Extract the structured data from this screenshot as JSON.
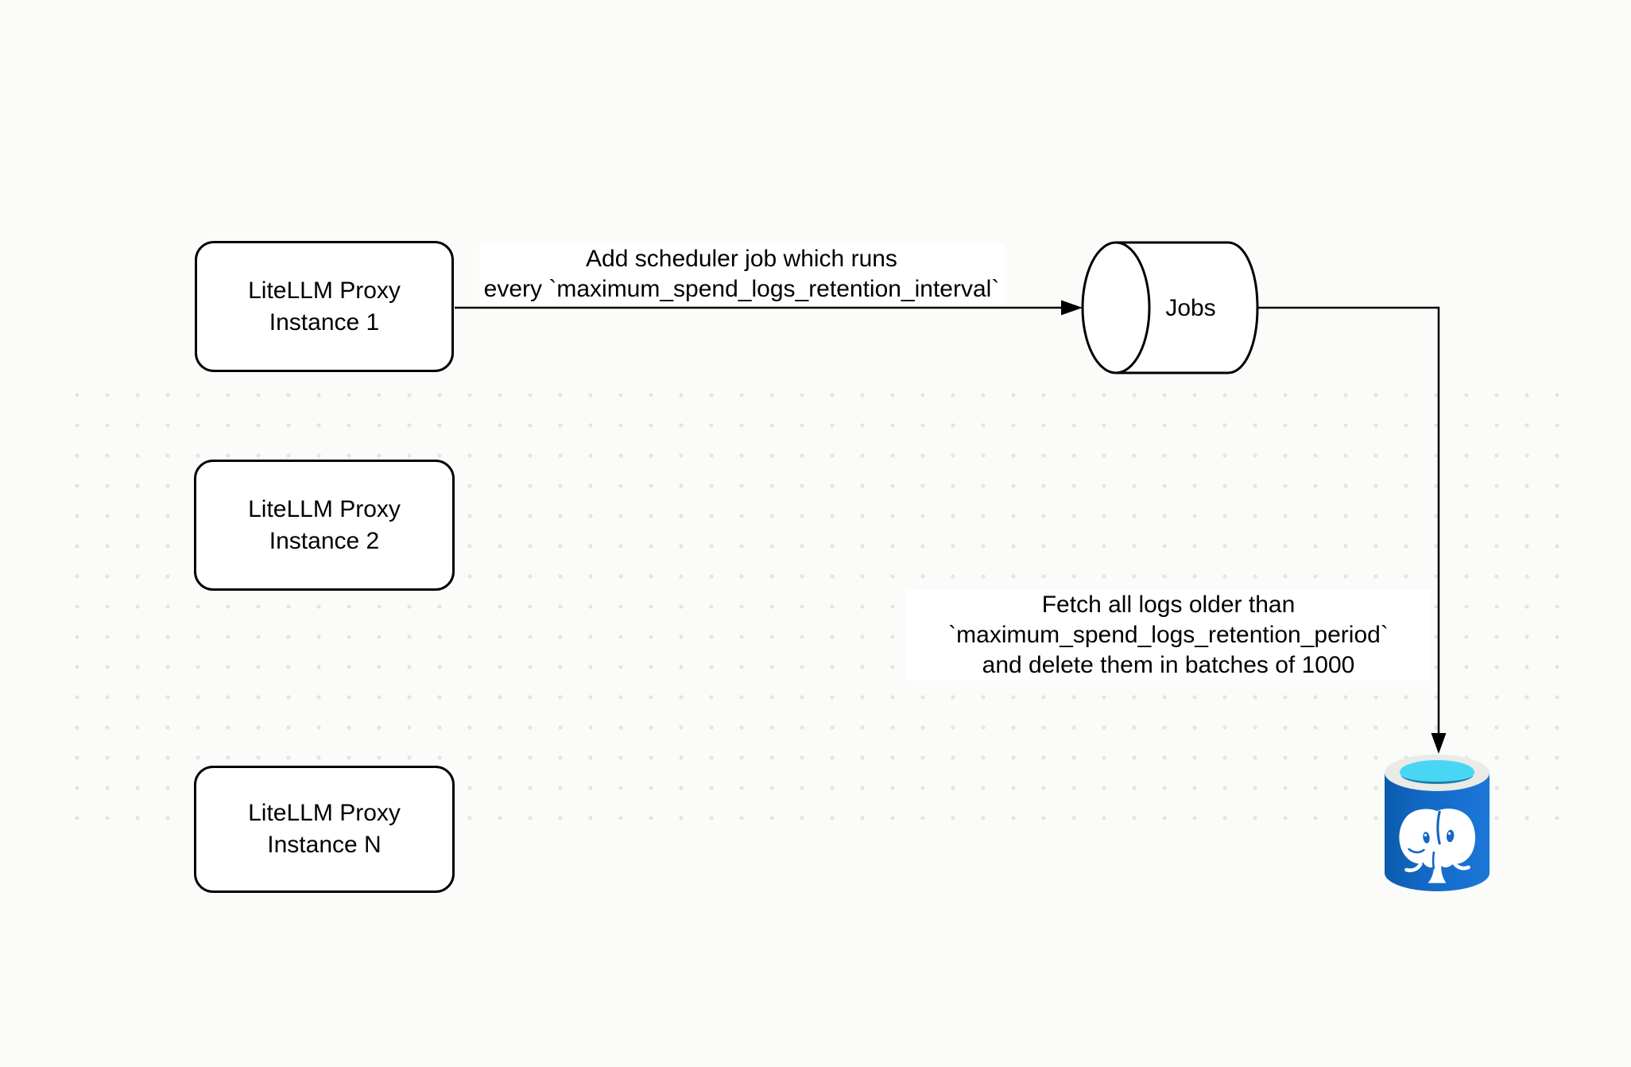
{
  "diagram": {
    "title": "LiteLLM spend-logs retention scheduler diagram",
    "nodes": {
      "instance1": {
        "line1": "LiteLLM Proxy",
        "line2": "Instance 1"
      },
      "instance2": {
        "line1": "LiteLLM Proxy",
        "line2": "Instance 2"
      },
      "instanceN": {
        "line1": "LiteLLM Proxy",
        "line2": "Instance N"
      },
      "jobs": {
        "label": "Jobs",
        "shape": "horizontal-cylinder-queue"
      },
      "postgres": {
        "icon": "postgresql-database-icon"
      }
    },
    "edges": {
      "scheduler": {
        "from": "instance1",
        "to": "jobs",
        "line1": "Add scheduler job which runs",
        "line2": "every `maximum_spend_logs_retention_interval`"
      },
      "fetch": {
        "from": "jobs",
        "to": "postgres",
        "line1": "Fetch all logs older than",
        "line2": "`maximum_spend_logs_retention_period`",
        "line3": "and delete them in batches of 1000"
      }
    },
    "colors": {
      "ink": "#000000",
      "canvas_background": "#fbfbf9",
      "grid_dot": "#e4e4e4",
      "shape_background": "#ffffff",
      "postgres_blue": "#1268c4",
      "postgres_blue_dark": "#0b5bad",
      "postgres_blue_light": "#1b77d8",
      "postgres_rim_gray": "#eaeae8",
      "postgres_cyan": "#49d6f5",
      "postgres_teal": "#1d7fa6"
    }
  }
}
